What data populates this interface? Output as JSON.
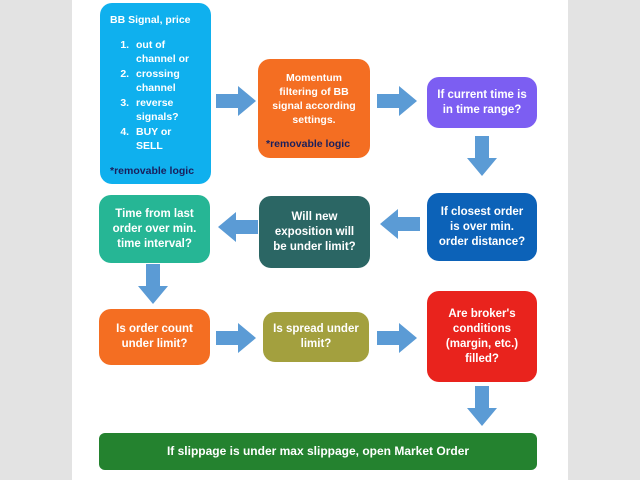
{
  "flowchart": {
    "start": {
      "title": "BB Signal, price",
      "conditions": [
        "out of channel or",
        "crossing channel",
        "reverse signals?",
        "BUY or SELL"
      ],
      "note": "*removable logic"
    },
    "momentum": {
      "text": "Momentum filtering of BB signal according settings.",
      "note": "*removable logic"
    },
    "time_range": {
      "text": "If current time is in time range?"
    },
    "order_distance": {
      "text": "If closest order is over min. order distance?"
    },
    "exposition": {
      "text": "Will new exposition will be under limit?"
    },
    "time_interval": {
      "text": "Time from last order over min. time interval?"
    },
    "order_count": {
      "text": "Is order count under limit?"
    },
    "spread": {
      "text": "Is spread under limit?"
    },
    "broker": {
      "text": "Are broker's conditions (margin, etc.) filled?"
    },
    "final": {
      "text": "If slippage is under max slippage, open Market Order"
    }
  },
  "colors": {
    "arrow": "#5b9bd5",
    "start": "#0fb0ee",
    "momentum": "#f46e22",
    "time_range": "#7c5ef2",
    "order_distance": "#0c62b8",
    "exposition": "#2b6664",
    "time_interval": "#26b695",
    "order_count": "#f46e22",
    "spread": "#a3a03e",
    "broker": "#e9231d",
    "final": "#24822f"
  }
}
